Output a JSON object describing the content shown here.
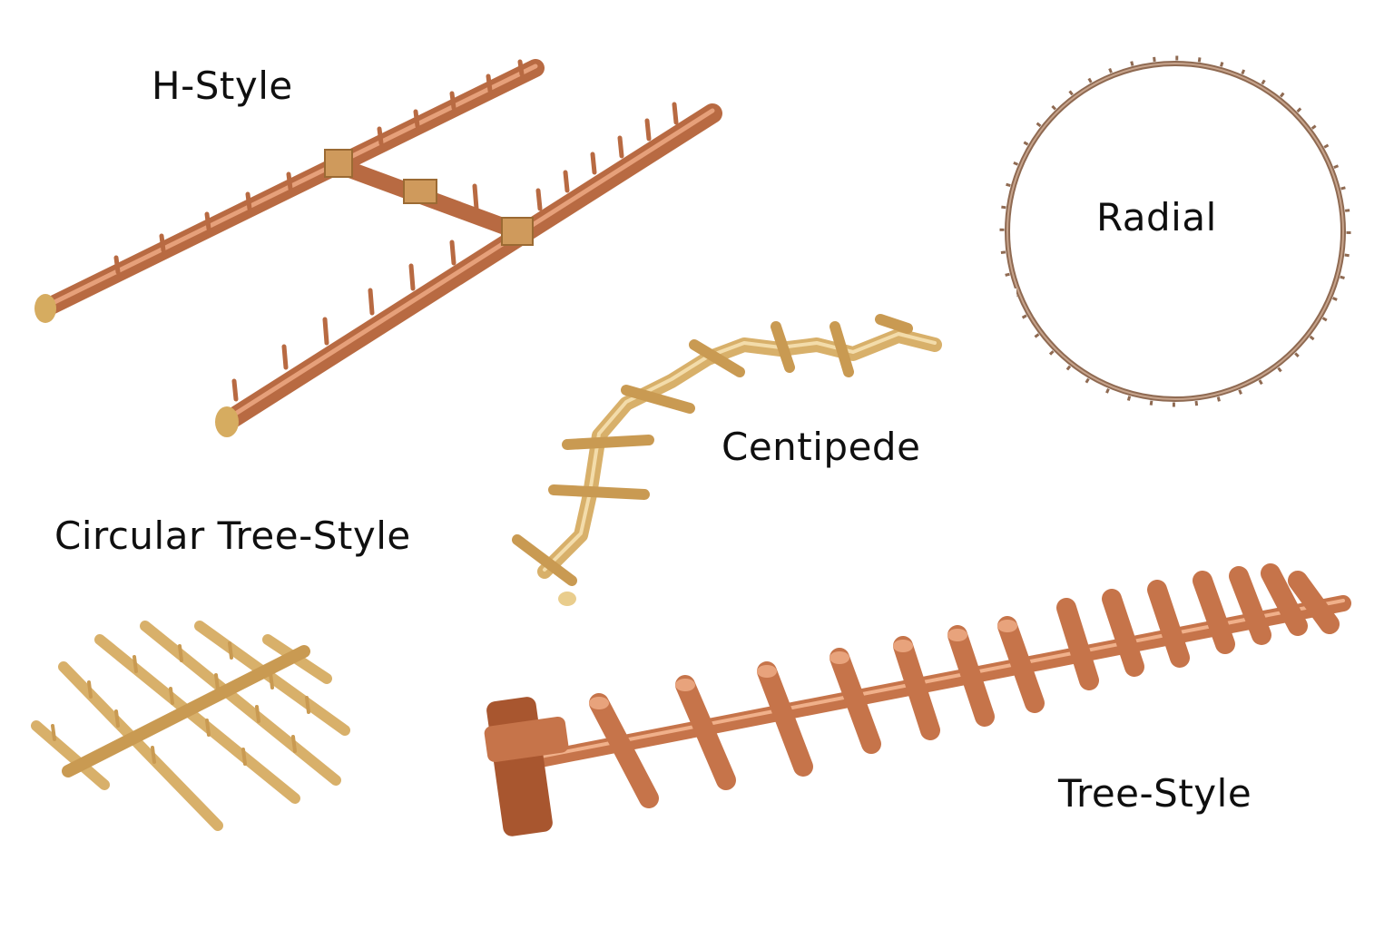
{
  "burners": [
    {
      "id": "h-style",
      "label": "H-Style"
    },
    {
      "id": "radial",
      "label": "Radial"
    },
    {
      "id": "centipede",
      "label": "Centipede"
    },
    {
      "id": "circular-tree-style",
      "label": "Circular Tree-Style"
    },
    {
      "id": "tree-style",
      "label": "Tree-Style"
    }
  ],
  "colors": {
    "copper": "#c6744a",
    "copper_dark": "#9b5230",
    "brass": "#d8b06a",
    "brass_dark": "#a9813f",
    "ring": "#8f6a52",
    "text": "#0f0f0f"
  }
}
